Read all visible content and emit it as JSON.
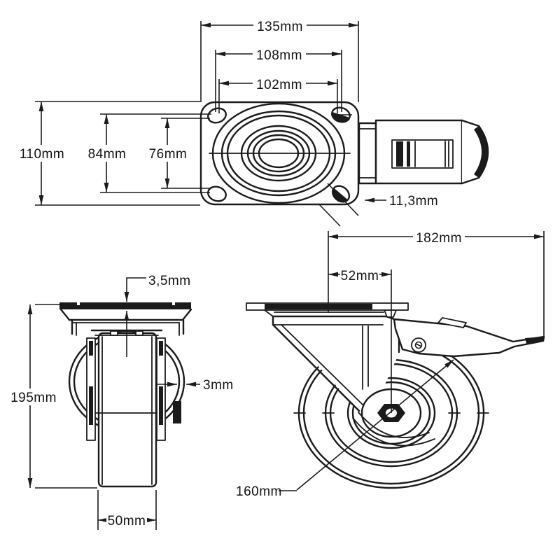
{
  "drawing": {
    "title": "swivel-caster-with-brake-technical-drawing",
    "background_color": "#ffffff",
    "line_color": "#1b1b1b",
    "views": {
      "top": {
        "label": "top-view-mounting-plate",
        "dims": {
          "plate_width": "135mm",
          "hole_spacing_width_outer": "108mm",
          "hole_spacing_width_inner": "102mm",
          "plate_depth": "110mm",
          "hole_spacing_depth_outer": "84mm",
          "hole_spacing_depth_inner": "76mm",
          "hole_diameter": "11,3mm"
        }
      },
      "front": {
        "label": "front-view-caster",
        "dims": {
          "plate_thickness": "3,5mm",
          "overall_height": "195mm",
          "fork_material_thickness": "3mm",
          "wheel_width": "50mm"
        }
      },
      "side": {
        "label": "side-view-caster-with-brake",
        "dims": {
          "overall_length": "182mm",
          "swivel_offset": "52mm",
          "wheel_diameter": "160mm"
        }
      }
    }
  }
}
